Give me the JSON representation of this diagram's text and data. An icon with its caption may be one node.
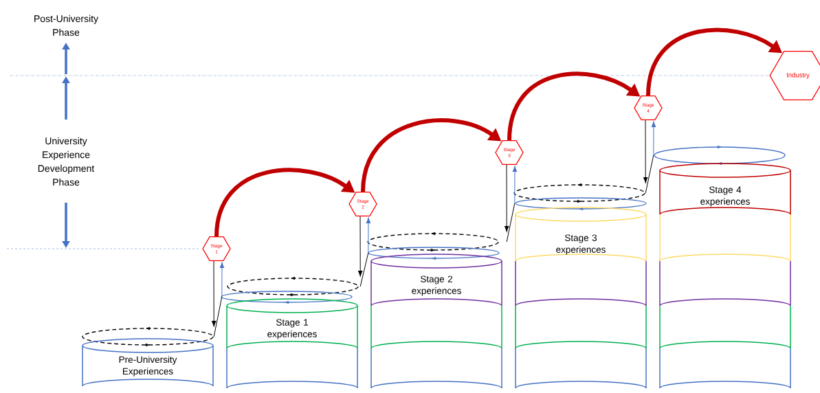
{
  "diagram": {
    "nodes": [
      {
        "text": [
          "Pre-University Experiences"
        ]
      },
      {
        "text": [
          "Stage 1 experiences"
        ]
      },
      {
        "text": [
          "Stage 2 experiences"
        ]
      },
      {
        "text": [
          "Stage 3 experiences"
        ]
      },
      {
        "text": [
          "Stage 4 experiences"
        ]
      },
      {
        "text": [
          "Stage 1"
        ]
      },
      {
        "text": [
          "Stage 2"
        ]
      },
      {
        "text": [
          "Stage 3"
        ]
      },
      {
        "text": [
          "Stage 4"
        ]
      },
      {
        "text": [
          "Industry"
        ]
      }
    ],
    "edges": [
      {
        "from": 5,
        "to": 6,
        "arrow": "to",
        "style": "thick",
        "color": "#c00000"
      },
      {
        "from": 6,
        "to": 7,
        "arrow": "to",
        "style": "thick",
        "color": "#c00000"
      },
      {
        "from": 7,
        "to": 8,
        "arrow": "to",
        "style": "thick",
        "color": "#c00000"
      },
      {
        "from": 8,
        "to": 9,
        "arrow": "to",
        "style": "thick",
        "color": "#c00000"
      },
      {
        "from": 5,
        "to": 0,
        "arrow": "to",
        "color": "#000000"
      },
      {
        "from": 6,
        "to": 1,
        "arrow": "to",
        "color": "#000000"
      },
      {
        "from": 7,
        "to": 2,
        "arrow": "to",
        "color": "#000000"
      },
      {
        "from": 8,
        "to": 3,
        "arrow": "to",
        "color": "#000000"
      },
      {
        "from": 0,
        "to": 1,
        "arrow": "none",
        "color": "#000000"
      },
      {
        "from": 1,
        "to": 2,
        "arrow": "none",
        "color": "#000000"
      },
      {
        "from": 2,
        "to": 3,
        "arrow": "none",
        "color": "#000000"
      },
      {
        "from": 3,
        "to": 4,
        "arrow": "none",
        "color": "#000000"
      },
      {
        "from": 1,
        "to": 5,
        "arrow": "to",
        "color": "#4472c4"
      },
      {
        "from": 2,
        "to": 6,
        "arrow": "to",
        "color": "#4472c4"
      },
      {
        "from": 3,
        "to": 7,
        "arrow": "to",
        "color": "#4472c4"
      },
      {
        "from": 4,
        "to": 8,
        "arrow": "to",
        "color": "#4472c4"
      }
    ],
    "labels": [
      "Post-University Phase",
      "University Experience Development Phase"
    ]
  }
}
